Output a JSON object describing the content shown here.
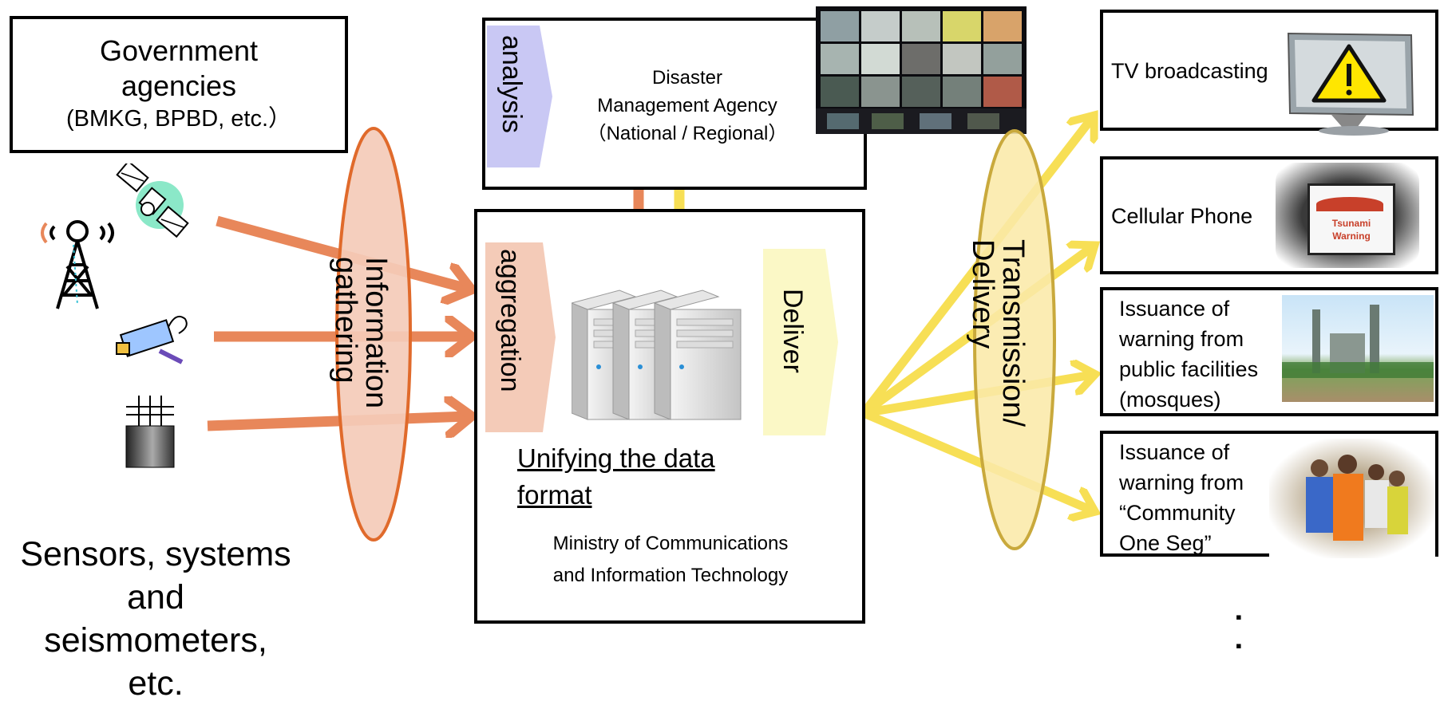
{
  "sources": {
    "gov_box": {
      "line1": "Government",
      "line2": "agencies",
      "line3": "(BMKG, BPBD, etc.）"
    },
    "sensors_caption": {
      "line1": "Sensors, systems",
      "line2": "and",
      "line3": "seismometers,",
      "line4": "etc."
    }
  },
  "gathering": {
    "label_line1": "Information",
    "label_line2": "gathering"
  },
  "agency": {
    "tab_label": "analysis",
    "line1": "Disaster",
    "line2": "Management Agency",
    "line3": "（National / Regional）"
  },
  "ministry": {
    "aggregation_label": "aggregation",
    "deliver_label": "Deliver",
    "unify_line1": "Unifying the data",
    "unify_line2": "format",
    "ministry_line1": "Ministry of Communications",
    "ministry_line2": "and Information Technology"
  },
  "transmission": {
    "label_line1": "Transmission/",
    "label_line2": "Delivery"
  },
  "outputs": {
    "tv": {
      "label": "TV broadcasting"
    },
    "phone": {
      "label": "Cellular Phone",
      "screen_line1": "Tsunami",
      "screen_line2": "Warning"
    },
    "mosque": {
      "line1": "Issuance of",
      "line2": "warning from",
      "line3": "public facilities",
      "line4": "(mosques)"
    },
    "community": {
      "line1": "Issuance of",
      "line2": "warning from",
      "line3": "“Community",
      "line4": "One Seg”"
    }
  },
  "ellipsis": {
    "dot1": "▪",
    "dot2": "▪"
  },
  "colors": {
    "orange_arrow": "#e8875a",
    "yellow_arrow": "#f7df55",
    "gathering_fill": "#f4cbb8",
    "gathering_border": "#e06a2b",
    "transmission_fill": "#fbe9a8",
    "transmission_border": "#c9a93c",
    "analysis_tab": "#c9c8f4",
    "aggregation_tab": "#f4cbb8",
    "deliver_tab": "#fbf8c6"
  }
}
